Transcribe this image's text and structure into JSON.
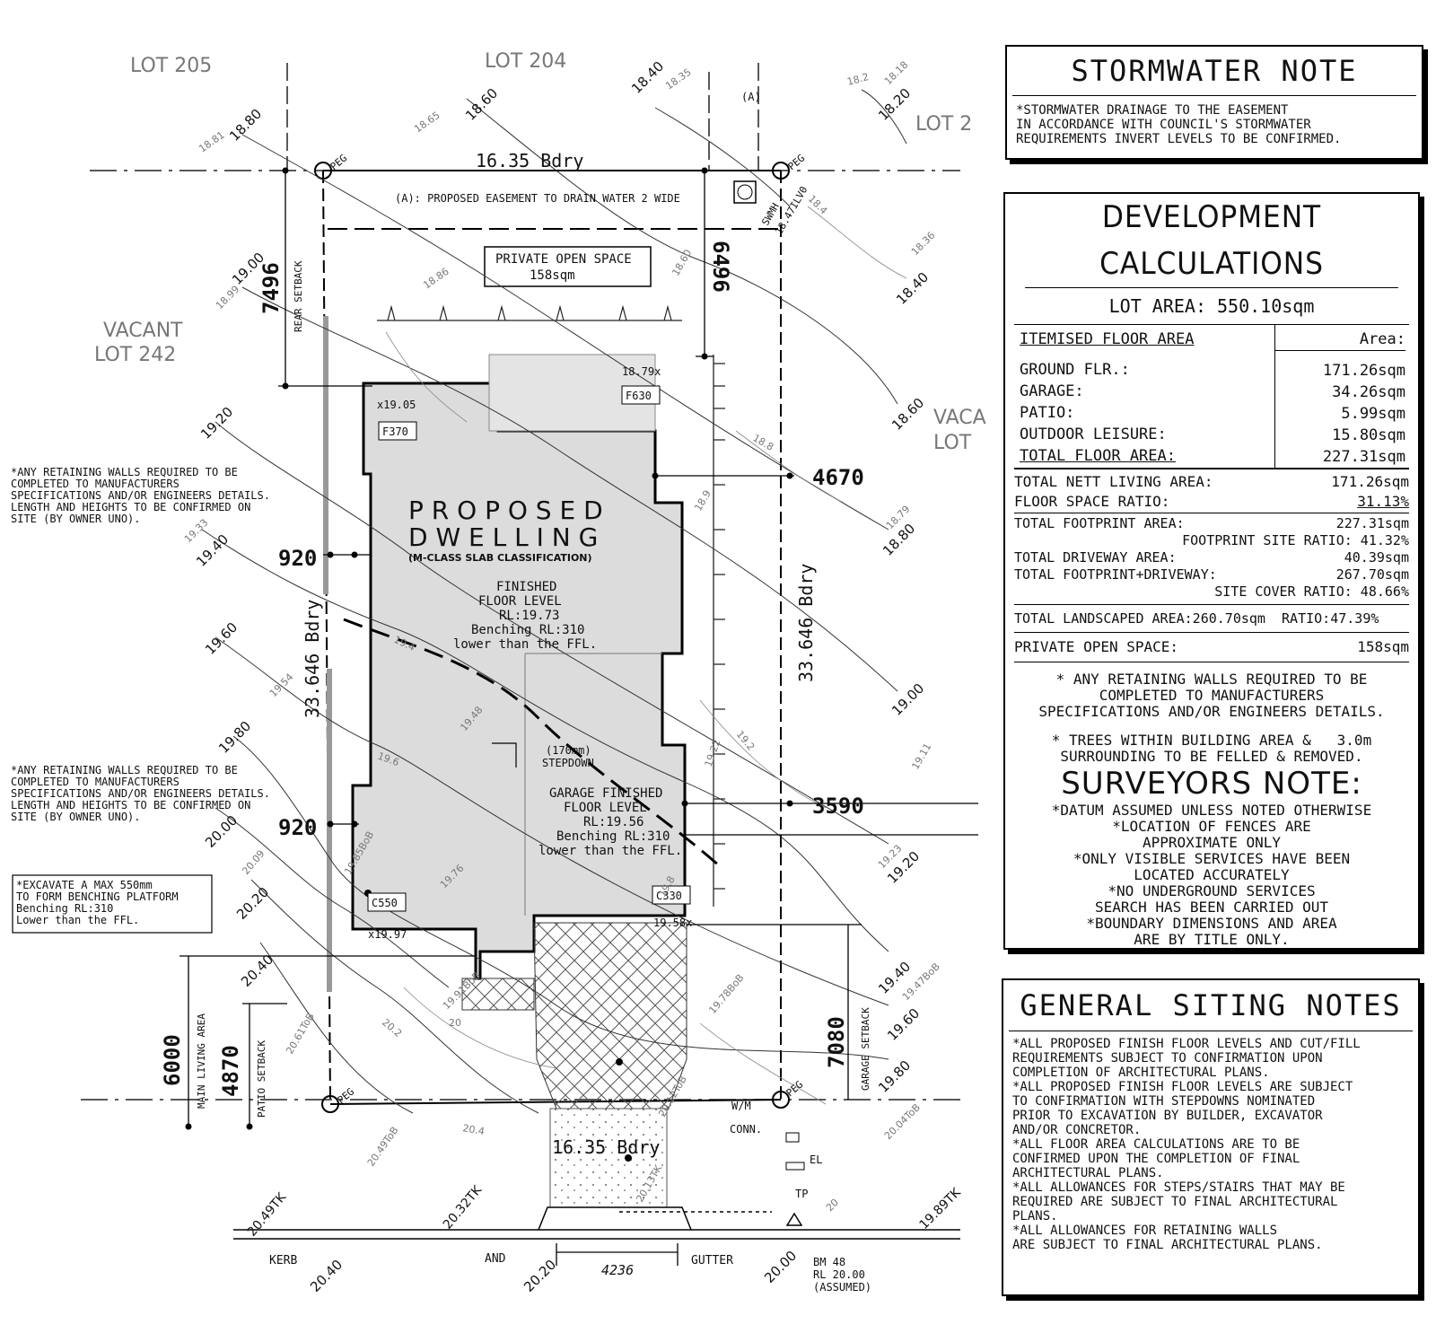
{
  "lots": {
    "lot205": "LOT 205",
    "lot204": "LOT 204",
    "lot2": "LOT 2",
    "vacant_left": "VACANT",
    "lot242": "LOT 242",
    "vacant_right": "VACA",
    "lot_right": "LOT"
  },
  "boundary": {
    "top": "16.35 Bdry",
    "bottom": "16.35 Bdry",
    "left": "33.646 Bdry",
    "right": "33.646 Bdry"
  },
  "easement": {
    "note": "(A): PROPOSED EASEMENT TO DRAIN WATER 2 WIDE",
    "marker": "(A)",
    "swmh": "SWMH",
    "swmh_level": "18.47ILV0"
  },
  "open_space": {
    "line1": "PRIVATE OPEN SPACE",
    "line2": "158sqm"
  },
  "dims": {
    "rear": "7496",
    "rear_label": "REAR SETBACK",
    "right_top": "6496",
    "side_right": "4670",
    "side_left_1": "920",
    "side_left_2": "920",
    "side_right_2": "3590",
    "garage_setback": "7080",
    "garage_setback_label": "GARAGE SETBACK",
    "main_living": "6000",
    "main_living_label": "MAIN LIVING AREA",
    "patio": "4870",
    "patio_label": "PATIO SETBACK",
    "gutter": "4236"
  },
  "dwelling": {
    "title1": "P R O P O S E D",
    "title2": "D W E L L I N G",
    "slab": "(M-CLASS SLAB CLASSIFICATION)",
    "ffl1": "FINISHED",
    "ffl2": "FLOOR LEVEL",
    "ffl3": "RL:19.73",
    "ffl4": "Benching RL:310",
    "ffl5": "lower than the FFL.",
    "stepdown1": "(170mm)",
    "stepdown2": "STEPDOWN",
    "garage1": "GARAGE FINISHED",
    "garage2": "FLOOR LEVEL",
    "garage3": "RL:19.56",
    "garage4": "Benching RL:310",
    "garage5": "lower than the FFL.",
    "f370": "F370",
    "f630": "F630",
    "c550": "C550",
    "c330": "C330",
    "spot_1905": "x19.05",
    "spot_1879": "18.79x",
    "spot_1997": "x19.97",
    "spot_1958": "19.58x"
  },
  "contours": [
    "18.40",
    "18.60",
    "18.80",
    "19.00",
    "19.20",
    "19.40",
    "19.60",
    "19.80",
    "20.00",
    "20.20",
    "20.40",
    "18.20",
    "18.40",
    "18.60",
    "18.80",
    "19.00",
    "19.20",
    "19.40",
    "19.60",
    "19.80"
  ],
  "spot_levels": [
    "18.35",
    "18.81",
    "18.65",
    "18.2",
    "18.18",
    "18.86",
    "18.60",
    "18.4",
    "18.36",
    "18.99",
    "18.8",
    "18.79",
    "18.9",
    "19.33",
    "19.54",
    "19.4",
    "19.48",
    "19.6",
    "19.22",
    "19.2",
    "19.11",
    "20.09",
    "19.76",
    "19.23",
    "19.8",
    "19.91BoB",
    "19.78BoB",
    "19.47BoB",
    "20.61ToB",
    "20.2",
    "20",
    "20.49ToB",
    "20.4",
    "20.04ToB",
    "19.85BoB",
    "20.12ToB",
    "20.13TK",
    "20"
  ],
  "street": {
    "kerb": "KERB",
    "and": "AND",
    "gutter": "GUTTER",
    "tk1": "20.49TK",
    "tk2": "20.32TK",
    "tk3": "19.89TK",
    "k1": "20.40",
    "k2": "20.20",
    "k3": "20.00",
    "bm1": "BM 48",
    "bm2": "RL 20.00",
    "bm3": "(ASSUMED)",
    "wm": "W/M",
    "conn": "CONN.",
    "el": "EL",
    "tp": "TP",
    "peg": "PEG"
  },
  "left_notes": {
    "retaining1": [
      "*ANY RETAINING WALLS REQUIRED TO BE",
      "COMPLETED TO MANUFACTURERS",
      "SPECIFICATIONS AND/OR ENGINEERS DETAILS.",
      "LENGTH AND HEIGHTS TO BE CONFIRMED ON",
      "SITE (BY OWNER UNO)."
    ],
    "retaining2": [
      "*ANY RETAINING WALLS REQUIRED TO BE",
      "COMPLETED TO MANUFACTURERS",
      "SPECIFICATIONS AND/OR ENGINEERS DETAILS.",
      "LENGTH AND HEIGHTS TO BE CONFIRMED ON",
      "SITE (BY OWNER UNO)."
    ],
    "excavate": [
      "*EXCAVATE A MAX 550mm",
      "TO FORM BENCHING PLATFORM",
      "Benching RL:310",
      "Lower than the FFL."
    ]
  },
  "stormwater": {
    "title": "STORMWATER NOTE",
    "lines": [
      "*STORMWATER DRAINAGE TO THE EASEMENT",
      "IN ACCORDANCE WITH COUNCIL'S STORMWATER",
      "REQUIREMENTS INVERT LEVELS TO BE CONFIRMED."
    ]
  },
  "calcs": {
    "title": "DEVELOPMENT CALCULATIONS",
    "lot_area": "LOT AREA: 550.10sqm",
    "itemised_header": "ITEMISED FLOOR AREA",
    "area_header": "Area:",
    "rows": [
      {
        "label": "GROUND FLR.:",
        "value": "171.26sqm"
      },
      {
        "label": "GARAGE:",
        "value": "34.26sqm"
      },
      {
        "label": "PATIO:",
        "value": "5.99sqm"
      },
      {
        "label": "OUTDOOR LEISURE:",
        "value": "15.80sqm"
      },
      {
        "label": "TOTAL FLOOR AREA:",
        "value": "227.31sqm"
      }
    ],
    "nett_living_label": "TOTAL NETT LIVING AREA:",
    "nett_living_value": "171.26sqm",
    "fsr_label": "FLOOR SPACE RATIO:",
    "fsr_value": "31.13%",
    "footprint_label": "TOTAL FOOTPRINT AREA:",
    "footprint_value": "227.31sqm",
    "footprint_ratio": "FOOTPRINT SITE RATIO: 41.32%",
    "driveway_label": "TOTAL DRIVEWAY AREA:",
    "driveway_value": "40.39sqm",
    "fp_drive_label": "TOTAL FOOTPRINT+DRIVEWAY:",
    "fp_drive_value": "267.70sqm",
    "site_cover": "SITE COVER RATIO: 48.66%",
    "landscaped": "TOTAL LANDSCAPED AREA:260.70sqm  RATIO:47.39%",
    "pos_label": "PRIVATE OPEN SPACE:",
    "pos_value": "158sqm",
    "retaining": [
      "* ANY RETAINING WALLS REQUIRED TO BE",
      "COMPLETED TO MANUFACTURERS",
      "SPECIFICATIONS AND/OR ENGINEERS DETAILS."
    ],
    "trees": [
      "* TREES WITHIN BUILDING AREA &   3.0m",
      "SURROUNDING TO BE FELLED & REMOVED."
    ],
    "surveyors_title": "SURVEYORS NOTE:",
    "surveyors_lines": [
      "*DATUM ASSUMED UNLESS NOTED OTHERWISE",
      "*LOCATION OF FENCES ARE",
      "APPROXIMATE ONLY",
      "*ONLY VISIBLE SERVICES HAVE BEEN",
      "LOCATED ACCURATELY",
      "*NO UNDERGROUND SERVICES",
      "SEARCH HAS BEEN CARRIED OUT",
      "*BOUNDARY DIMENSIONS AND AREA",
      "ARE BY TITLE ONLY."
    ]
  },
  "siting": {
    "title": "GENERAL SITING NOTES",
    "lines": [
      "*ALL PROPOSED FINISH FLOOR LEVELS AND CUT/FILL",
      "REQUIREMENTS SUBJECT TO CONFIRMATION UPON",
      "COMPLETION OF ARCHITECTURAL PLANS.",
      "*ALL PROPOSED FINISH FLOOR LEVELS ARE SUBJECT",
      "TO CONFIRMATION WITH STEPDOWNS NOMINATED",
      "PRIOR TO EXCAVATION BY BUILDER, EXCAVATOR",
      "AND/OR CONCRETOR.",
      "*ALL FLOOR AREA CALCULATIONS ARE TO BE",
      "CONFIRMED UPON THE COMPLETION OF FINAL",
      "ARCHITECTURAL PLANS.",
      "*ALL ALLOWANCES FOR STEPS/STAIRS THAT MAY BE",
      "REQUIRED ARE SUBJECT TO FINAL ARCHITECTURAL",
      "PLANS.",
      "*ALL ALLOWANCES FOR RETAINING WALLS",
      "ARE SUBJECT TO FINAL ARCHITECTURAL PLANS."
    ]
  }
}
